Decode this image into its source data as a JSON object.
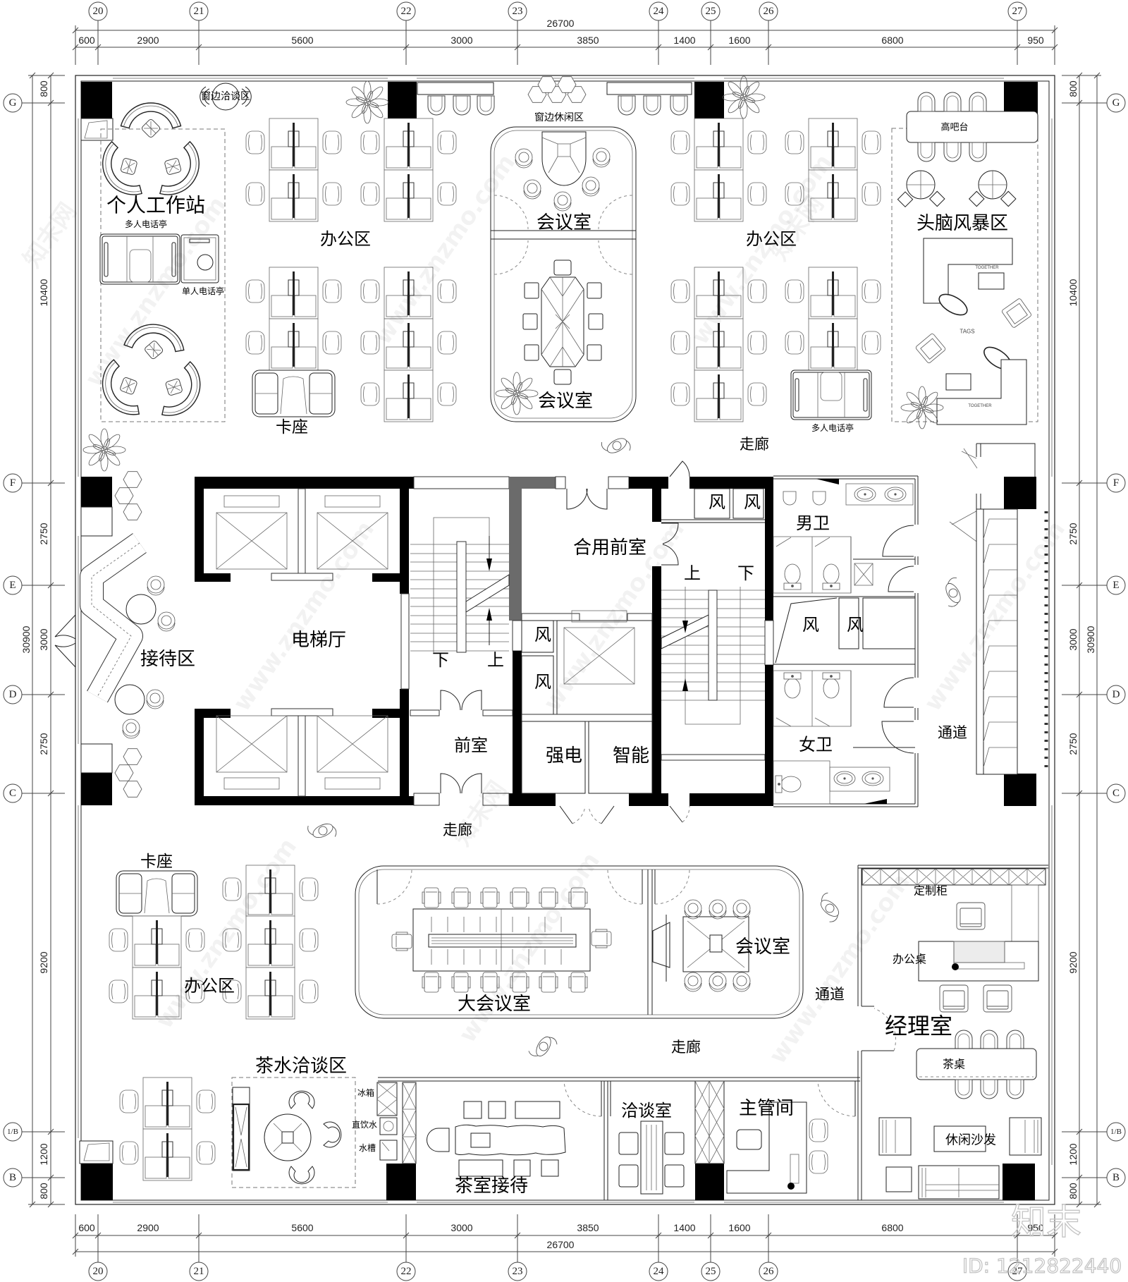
{
  "grid": {
    "top_columns": [
      "20",
      "21",
      "22",
      "23",
      "24",
      "25",
      "26",
      "27"
    ],
    "bottom_columns": [
      "20",
      "21",
      "22",
      "23",
      "24",
      "25",
      "26",
      "27"
    ],
    "left_rows": [
      "G",
      "F",
      "E",
      "D",
      "C",
      "1/B",
      "B"
    ],
    "right_rows": [
      "G",
      "F",
      "E",
      "D",
      "C",
      "1/B",
      "B"
    ]
  },
  "dimensions": {
    "top": {
      "total": "26700",
      "segments": [
        "600",
        "2900",
        "5600",
        "3000",
        "3850",
        "1400",
        "1600",
        "6800",
        "950"
      ]
    },
    "bottom": {
      "total": "26700",
      "segments": [
        "600",
        "2900",
        "5600",
        "3000",
        "3850",
        "1400",
        "1600",
        "6800",
        "950"
      ]
    },
    "left": {
      "total": "30900",
      "segments": [
        "800",
        "10400",
        "2750",
        "3000",
        "2750",
        "9200",
        "1200",
        "800"
      ]
    },
    "right": {
      "total": "30900",
      "segments": [
        "800",
        "10400",
        "2750",
        "3000",
        "2750",
        "9200",
        "1200",
        "800"
      ]
    }
  },
  "zones": {
    "northwest": {
      "window_meeting": "窗边洽谈区",
      "personal_workstation": "个人工作站",
      "multi_phone_booth": "多人电话亭",
      "single_phone_booth": "单人电话亭",
      "office_area": "办公区",
      "booth_seating": "卡座"
    },
    "north_center": {
      "window_lounge": "窗边休闲区",
      "meeting_room_upper": "会议室",
      "meeting_room_lower": "会议室"
    },
    "northeast": {
      "office_area": "办公区",
      "multi_phone_booth": "多人电话亭",
      "high_bar": "高吧台",
      "brainstorm_area": "头脑风暴区",
      "furniture_marks": [
        "TOGETHER",
        "TAGS",
        "TOGETHER"
      ]
    },
    "corridors": {
      "north": "走廊",
      "middle": "走廊",
      "south": "走廊"
    },
    "core": {
      "elevator_hall": "电梯厅",
      "stair_west": {
        "down": "下",
        "up": "上"
      },
      "anteroom": "前室",
      "shared_anteroom": "合用前室",
      "air_shafts": [
        "风",
        "风",
        "风",
        "风",
        "风",
        "风"
      ],
      "power_room": "强电",
      "smart_room": "智能",
      "stair_east": {
        "up": "上",
        "down": "下"
      },
      "mens_restroom": "男卫",
      "womens_restroom": "女卫",
      "passage": "通道"
    },
    "west": {
      "reception": "接待区"
    },
    "southwest": {
      "booth_seating": "卡座",
      "office_area": "办公区",
      "tea_meeting_area": "茶水洽谈区",
      "fridge": "冰箱",
      "drinking_water": "直饮水",
      "sink": "水槽"
    },
    "south_center": {
      "large_meeting_room": "大会议室",
      "meeting_room": "会议室",
      "passage": "通道",
      "tea_reception": "茶室接待",
      "negotiation_room": "洽谈室",
      "supervisor_room": "主管间"
    },
    "manager_office": {
      "title": "经理室",
      "custom_cabinet": "定制柜",
      "office_desk": "办公桌",
      "tea_table": "茶桌",
      "lounge_sofa": "休闲沙发"
    }
  },
  "watermark": {
    "logo": "知末",
    "id": "ID: 1212822440",
    "site": "www.znzmo.com",
    "brand": "知末网"
  }
}
